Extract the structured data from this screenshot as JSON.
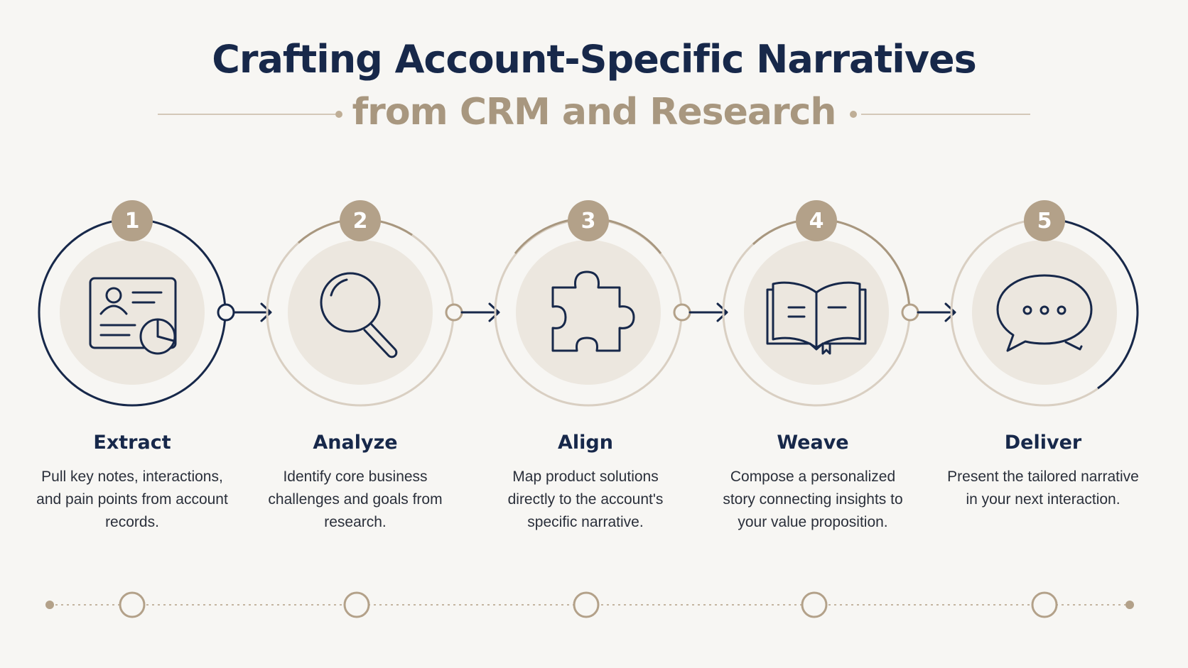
{
  "header": {
    "title": "Crafting Account-Specific Narratives",
    "subtitle": "from CRM and Research"
  },
  "colors": {
    "navy": "#17284a",
    "taupe": "#b3a189",
    "circle_fill": "#ece7df",
    "ring_light": "#d9cfc2"
  },
  "steps": [
    {
      "number": "1",
      "title": "Extract",
      "icon": "contact-card-chart-icon",
      "description": "Pull key notes, interactions, and pain points from account records."
    },
    {
      "number": "2",
      "title": "Analyze",
      "icon": "magnifying-glass-icon",
      "description": "Identify core business challenges and goals from research."
    },
    {
      "number": "3",
      "title": "Align",
      "icon": "puzzle-piece-icon",
      "description": "Map product solutions directly to the account's specific narrative."
    },
    {
      "number": "4",
      "title": "Weave",
      "icon": "open-book-icon",
      "description": "Compose a personalized story connecting insights to your value proposition."
    },
    {
      "number": "5",
      "title": "Deliver",
      "icon": "speech-bubble-icon",
      "description": "Present the tailored narrative in your next interaction."
    }
  ]
}
